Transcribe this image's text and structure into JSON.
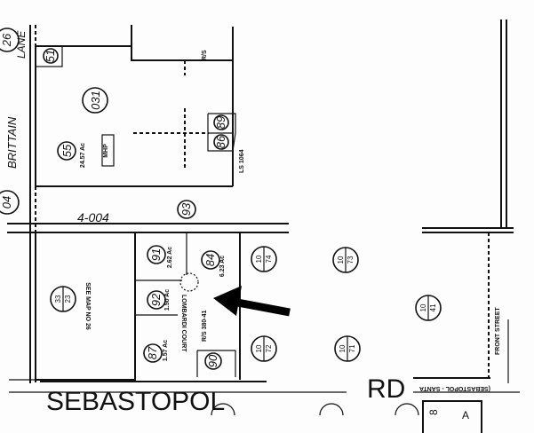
{
  "map": {
    "book_page": "4-004",
    "roads": {
      "west": [
        "BRITTAIN",
        "LANE"
      ],
      "south_left": "SEBASTOPOL",
      "south_right": "RD",
      "south_alt": "(SEBASTOPOL - SANTA",
      "court": "LOMBARDI COURT",
      "east_note": "FRONT STREET"
    },
    "parcels": {
      "p031": "031",
      "p55": "55",
      "p51": "51",
      "p86": "86",
      "p89": "89",
      "p93": "93",
      "p91": "91",
      "p92": "92",
      "p87": "87",
      "p90": "90",
      "p84": "84",
      "p26": "26",
      "p04": "04"
    },
    "fractions": [
      {
        "top": "33",
        "bottom": "23"
      },
      {
        "top": "10",
        "bottom": "74"
      },
      {
        "top": "10",
        "bottom": "73"
      },
      {
        "top": "10",
        "bottom": "41"
      },
      {
        "top": "10",
        "bottom": "72"
      },
      {
        "top": "10",
        "bottom": "71"
      }
    ],
    "labels": {
      "mhp": "MHP",
      "see_map": "SEE MAP NO 26",
      "acres_55": "24.57 Ac",
      "acres_91": "2.62 Ac",
      "acres_92": "1.50 Ac",
      "acres_87": "1.57 Ac",
      "acres_84": "6.23 Ac",
      "rs": "R/S",
      "ls": "LS 1064",
      "rs_lombardi": "R/S 380-41",
      "box_a": "A",
      "box_b": "8"
    }
  }
}
